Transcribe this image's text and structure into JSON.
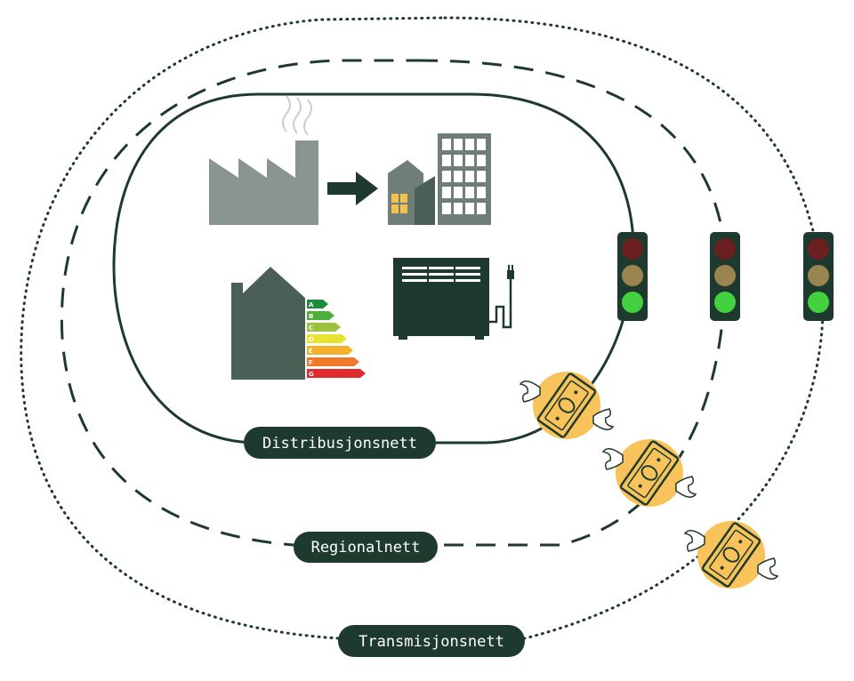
{
  "labels": {
    "distribution": "Distribusjonsnett",
    "regional": "Regionalnett",
    "transmission": "Transmisjonsnett"
  },
  "energy_label": {
    "classes": [
      "A",
      "B",
      "C",
      "D",
      "E",
      "F",
      "G"
    ],
    "colors": [
      "#1a8c3c",
      "#4fae3c",
      "#9cc23a",
      "#e8e231",
      "#f4b22c",
      "#ee7a2b",
      "#e02b2e"
    ]
  },
  "colors": {
    "dark_green": "#1e3a2f",
    "factory_grey": "#8a958f",
    "building_grey": "#6f7e76",
    "house_green": "#4a5f56",
    "window_yellow": "#f2c14e",
    "money_circle": "#f7c35a",
    "light_red": "#6b1f1f",
    "light_amber": "#9a8550",
    "light_green": "#44d13f"
  },
  "icons": {
    "factory": "factory-icon",
    "arrow": "arrow-right-icon",
    "city": "city-buildings-icon",
    "house_energy": "house-energy-label-icon",
    "heater": "electric-heater-icon",
    "traffic_light": "traffic-light-icon",
    "flying_money": "flying-money-icon"
  }
}
